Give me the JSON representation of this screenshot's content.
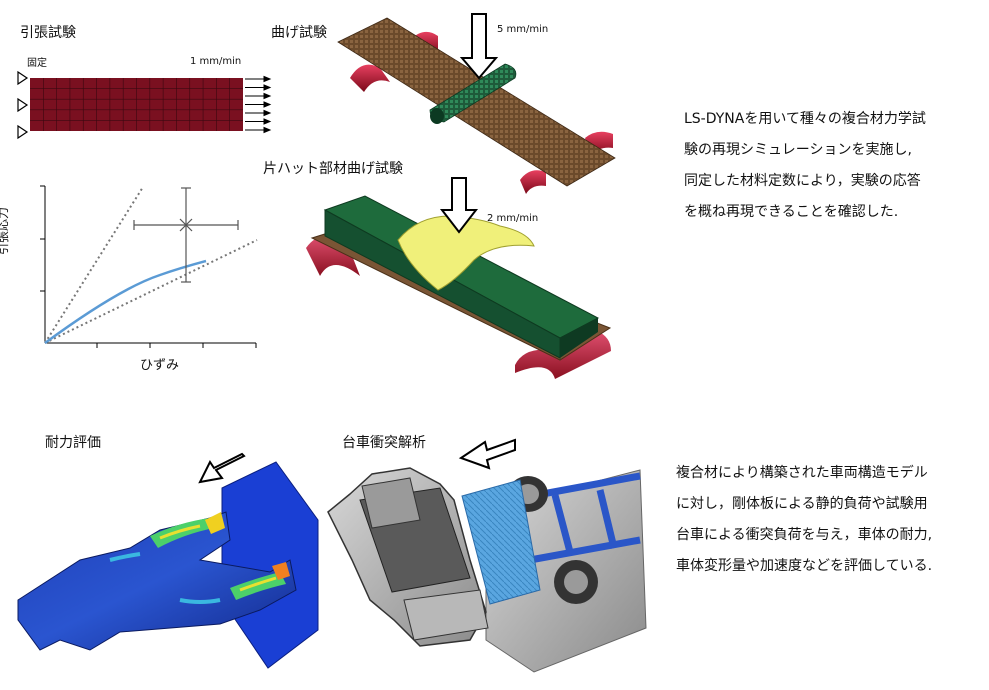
{
  "tensile": {
    "title": "引張試験",
    "fixed_label": "固定",
    "speed": "1 mm/min",
    "ylabel": "引張応力",
    "xlabel": "ひずみ"
  },
  "bending": {
    "title": "曲げ試験",
    "speed": "5 mm/min"
  },
  "hat_bending": {
    "title": "片ハット部材曲げ試験",
    "speed": "2 mm/min"
  },
  "description_top": [
    "LS-DYNAを用いて種々の複合材力学試",
    "験の再現シミュレーションを実施し,",
    "同定した材料定数により，実験の応答",
    "を概ね再現できることを確認した."
  ],
  "durability": {
    "title": "耐力評価"
  },
  "sled_crash": {
    "title": "台車衝突解析"
  },
  "description_bottom": [
    "複合材により構築された車両構造モデル",
    "に対し，剛体板による静的負荷や試験用",
    "台車による衝突負荷を与え，車体の耐力,",
    "車体変形量や加速度などを評価している."
  ],
  "colors": {
    "specimen": "#7a1020",
    "sim_curve": "#5b9bd5",
    "plate": "#6b4a2b",
    "roller": "#b01830",
    "hat": "#1e6b3c",
    "load_pad": "#f0f07a",
    "fem_blue": "#1f3fb8",
    "barrier_blue": "#5aa6e0"
  }
}
